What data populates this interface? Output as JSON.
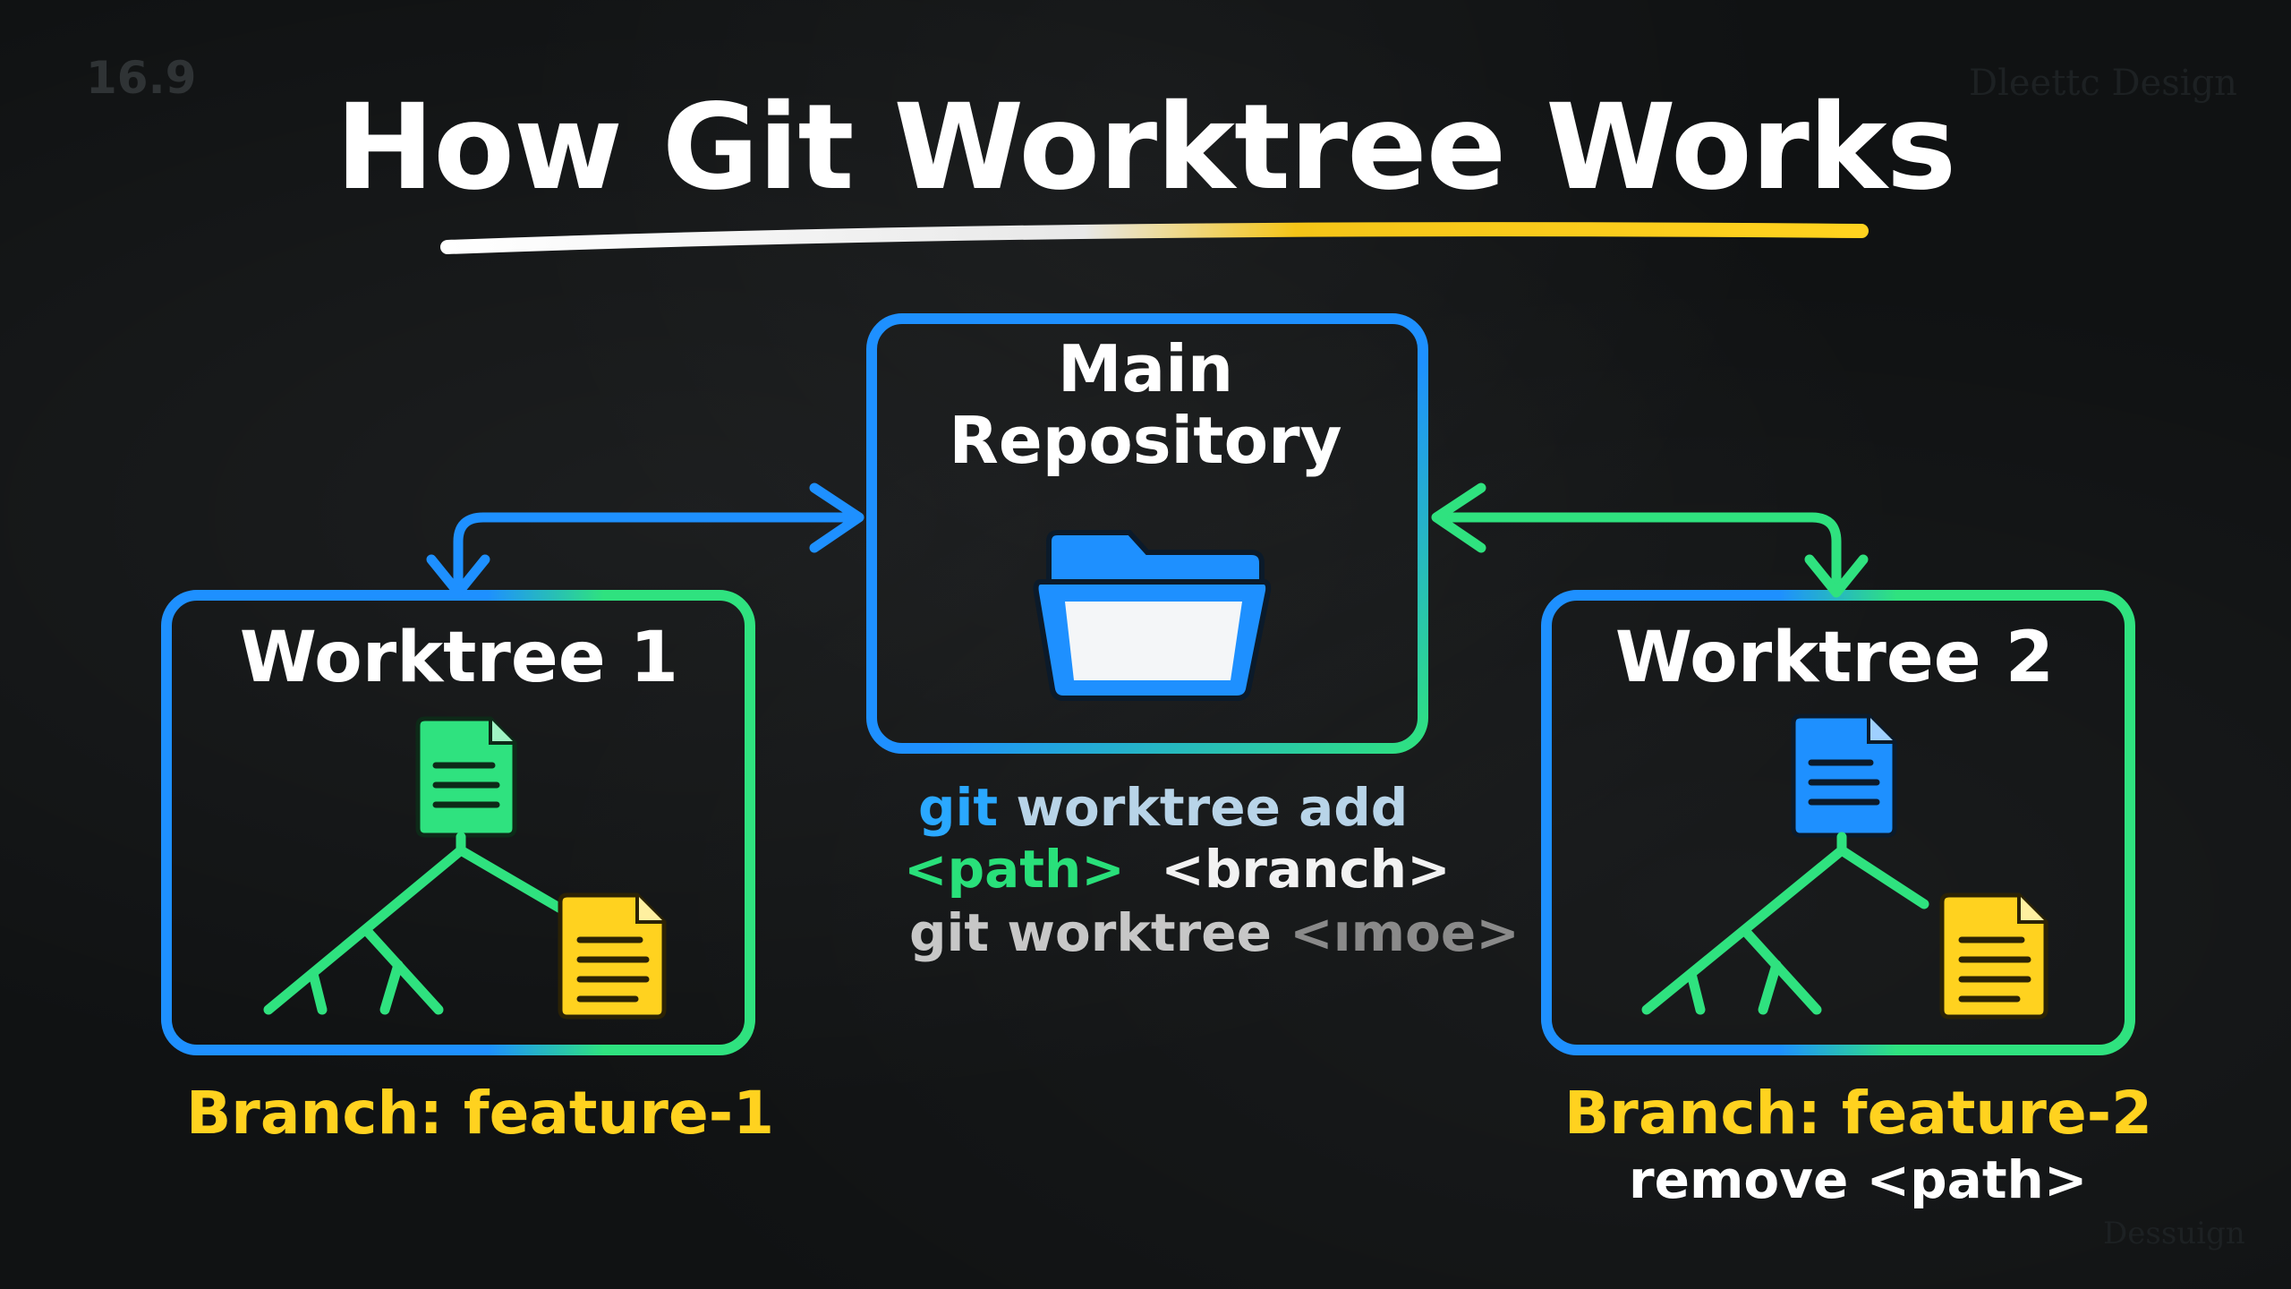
{
  "corner_ratio": "16.9",
  "brand_top": "Dleettc Design",
  "brand_bottom": "Dessuign",
  "title": "How Git Worktree Works",
  "main_repo": {
    "title": "Main Repository",
    "icon": "folder-icon"
  },
  "worktree1": {
    "title": "Worktree 1",
    "branch": "Branch: feature-1",
    "icons": [
      "document-icon",
      "branch-tree-icon",
      "document-icon"
    ]
  },
  "worktree2": {
    "title": "Worktree 2",
    "branch": "Branch: feature-2",
    "icons": [
      "document-icon",
      "branch-tree-icon",
      "document-icon"
    ]
  },
  "commands": {
    "line1_git": "git",
    "line1_rest": "worktree add",
    "line2_path": "<path>",
    "line2_branch": "<branch>",
    "line3_git": "git worktree",
    "line3_rest": "<ımoe>",
    "line4": "remove <path>"
  },
  "colors": {
    "blue": "#1e90ff",
    "green": "#2fe27f",
    "yellow": "#ffd21f",
    "white": "#ffffff",
    "title_underline": "#f5c518"
  }
}
